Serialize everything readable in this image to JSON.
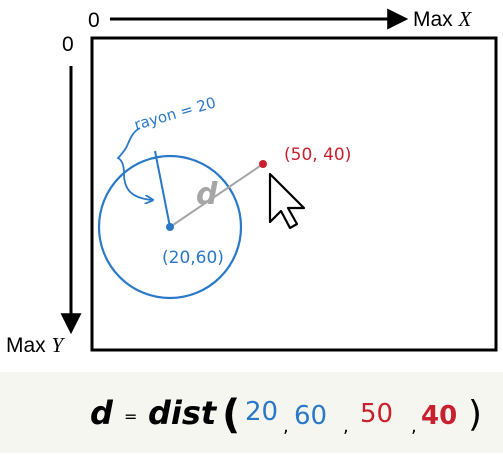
{
  "axes": {
    "x_origin": "0",
    "x_max_prefix": "Max ",
    "x_max_var": "X",
    "y_origin": "0",
    "y_max_prefix": "Max ",
    "y_max_var": "Y"
  },
  "circle": {
    "radius_label": "rayon = 20",
    "center_label": "(20,60)"
  },
  "point": {
    "label": "(50, 40)"
  },
  "distance_label": "d",
  "formula": {
    "lhs": "d",
    "eq": "=",
    "fn": "dist",
    "open": "(",
    "a1": "20",
    "a2": "60",
    "a3": "50",
    "a4": "40",
    "sep": ",",
    "close": ")"
  },
  "colors": {
    "blue": "#2a78c8",
    "red": "#c8202e",
    "gray": "#a6a6a6",
    "band": "#f6f6f0"
  },
  "icons": [
    "cursor-arrow-icon"
  ]
}
